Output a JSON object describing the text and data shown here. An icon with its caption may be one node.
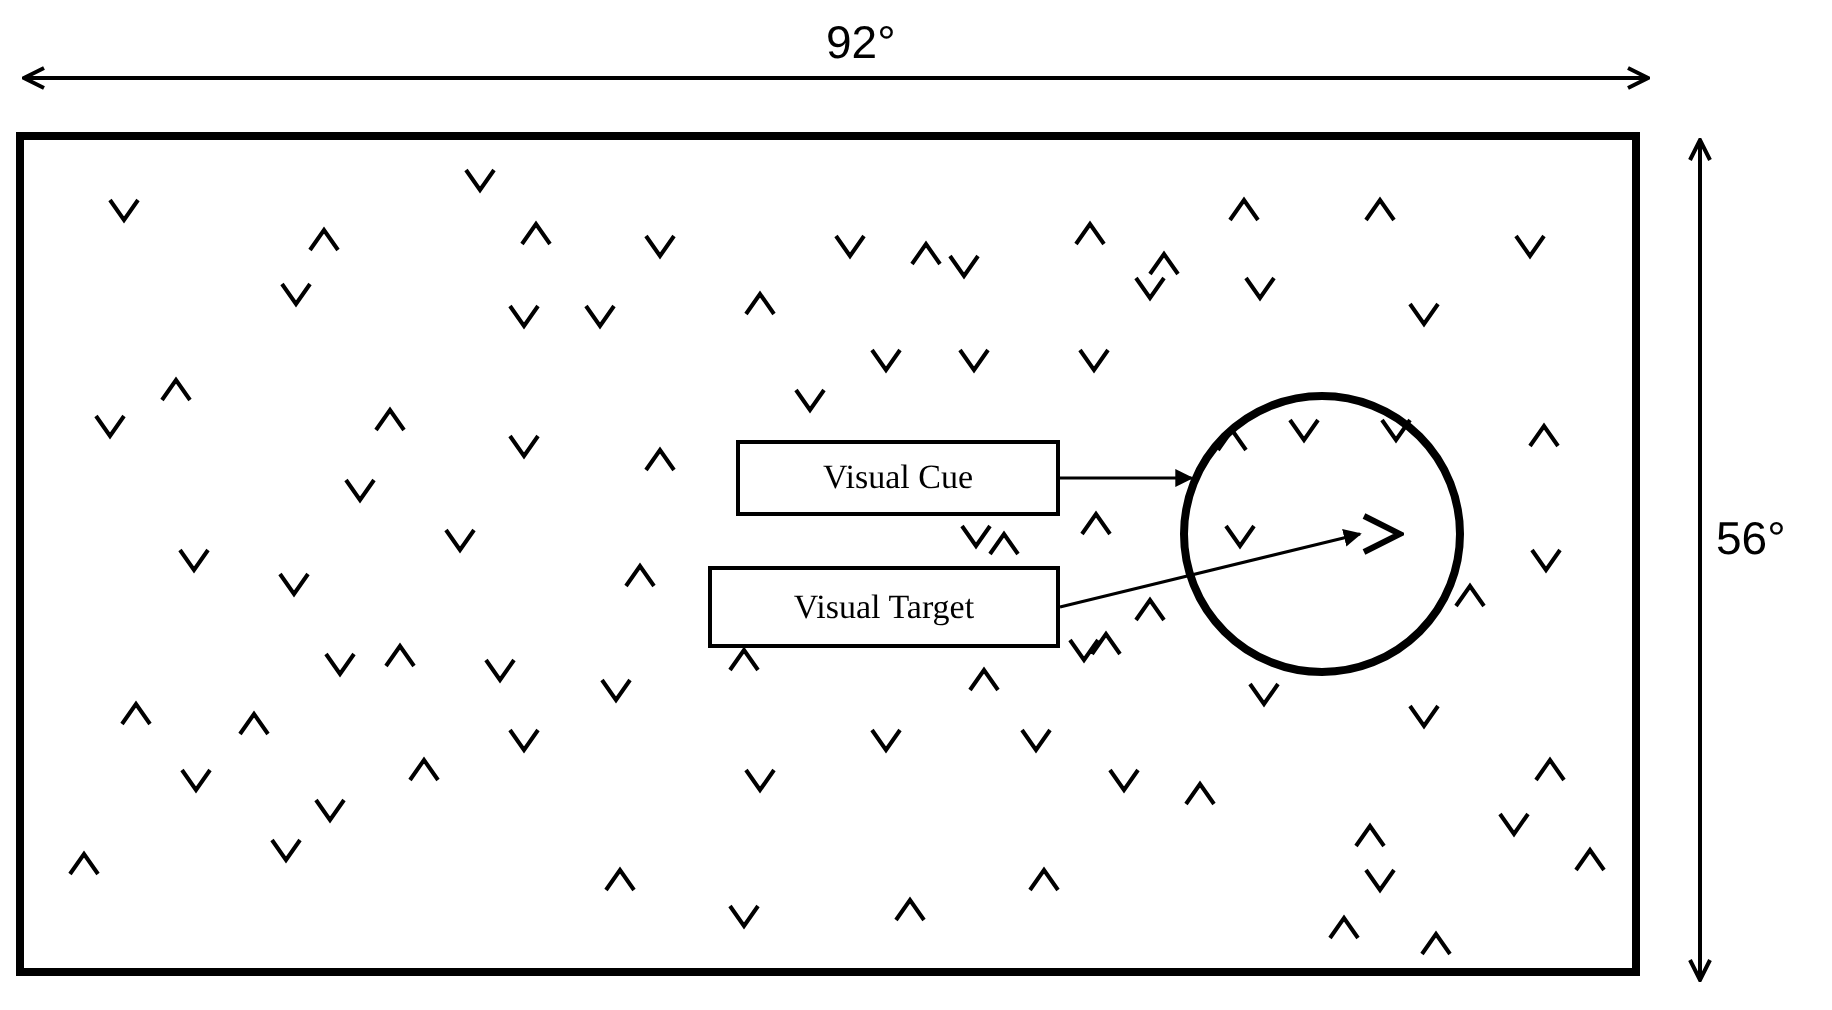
{
  "diagram": {
    "nodes": [
      {
        "text": [],
        "shape": "box"
      },
      {
        "text": [],
        "shape": "circle",
        "in": 0
      },
      {
        "text": [],
        "shape": "picture",
        "in": 1
      },
      {
        "text": [
          "Visual Cue"
        ],
        "in": 0
      },
      {
        "text": [
          "Visual Target"
        ],
        "in": 0
      }
    ],
    "edges": [
      {
        "from": 3,
        "to": 1,
        "arrow": "to"
      },
      {
        "from": 4,
        "to": 2,
        "arrow": "to"
      }
    ],
    "labels": [
      "92°",
      "56°"
    ]
  }
}
